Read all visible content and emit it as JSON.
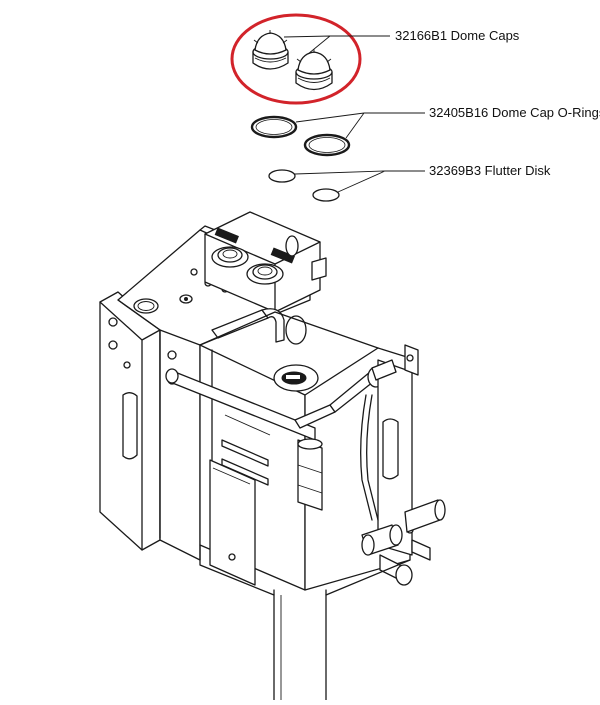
{
  "callouts": [
    {
      "id": "dome-caps",
      "label": "32166B1 Dome Caps"
    },
    {
      "id": "o-rings",
      "label": "32405B16 Dome Cap O-Rings"
    },
    {
      "id": "flutter-disk",
      "label": "32369B3 Flutter Disk"
    }
  ],
  "highlight": {
    "color": "#d2232a",
    "target": "dome-caps"
  },
  "colors": {
    "line": "#1a1a1a",
    "background": "#ffffff"
  }
}
